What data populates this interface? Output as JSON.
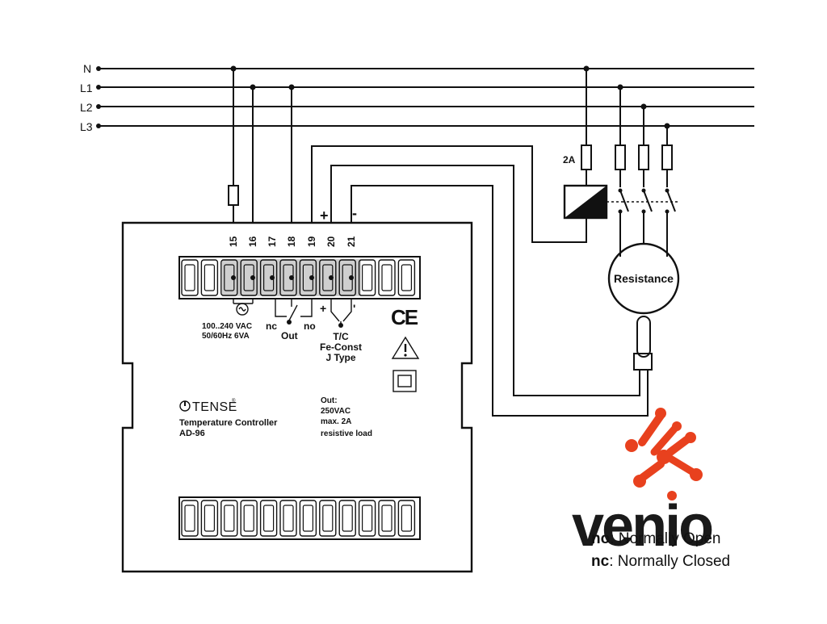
{
  "lines": {
    "labels": [
      "N",
      "L1",
      "L2",
      "L3"
    ]
  },
  "terminals": {
    "numbers": [
      "15",
      "16",
      "17",
      "18",
      "19",
      "20",
      "21"
    ],
    "plus": "+",
    "minus": "-"
  },
  "power": {
    "line1": "100..240 VAC",
    "line2": "50/60Hz 6VA"
  },
  "relay": {
    "nc": "nc",
    "no": "no",
    "out": "Out"
  },
  "thermocouple": {
    "plus": "+",
    "minus": "'",
    "line1": "T/C",
    "line2": "Fe-Const",
    "line3": "J Type"
  },
  "marks": {
    "ce": "CE"
  },
  "brand": {
    "name": "TENSE",
    "registered": "®"
  },
  "device": {
    "title": "Temperature Controller",
    "model": "AD-96"
  },
  "output_spec": {
    "line1": "Out:",
    "line2": "250VAC",
    "line3": "max. 2A",
    "line4": "resistive load"
  },
  "fuse": {
    "rating": "2A"
  },
  "load": {
    "label": "Resistance"
  },
  "legend": {
    "no_key": "no",
    "no_text": ": Normally Open",
    "nc_key": "nc",
    "nc_text": ": Normally Closed"
  },
  "watermark": {
    "text": "venio",
    "primary_color": "#1c3f78",
    "accent_color": "#e8411e"
  }
}
